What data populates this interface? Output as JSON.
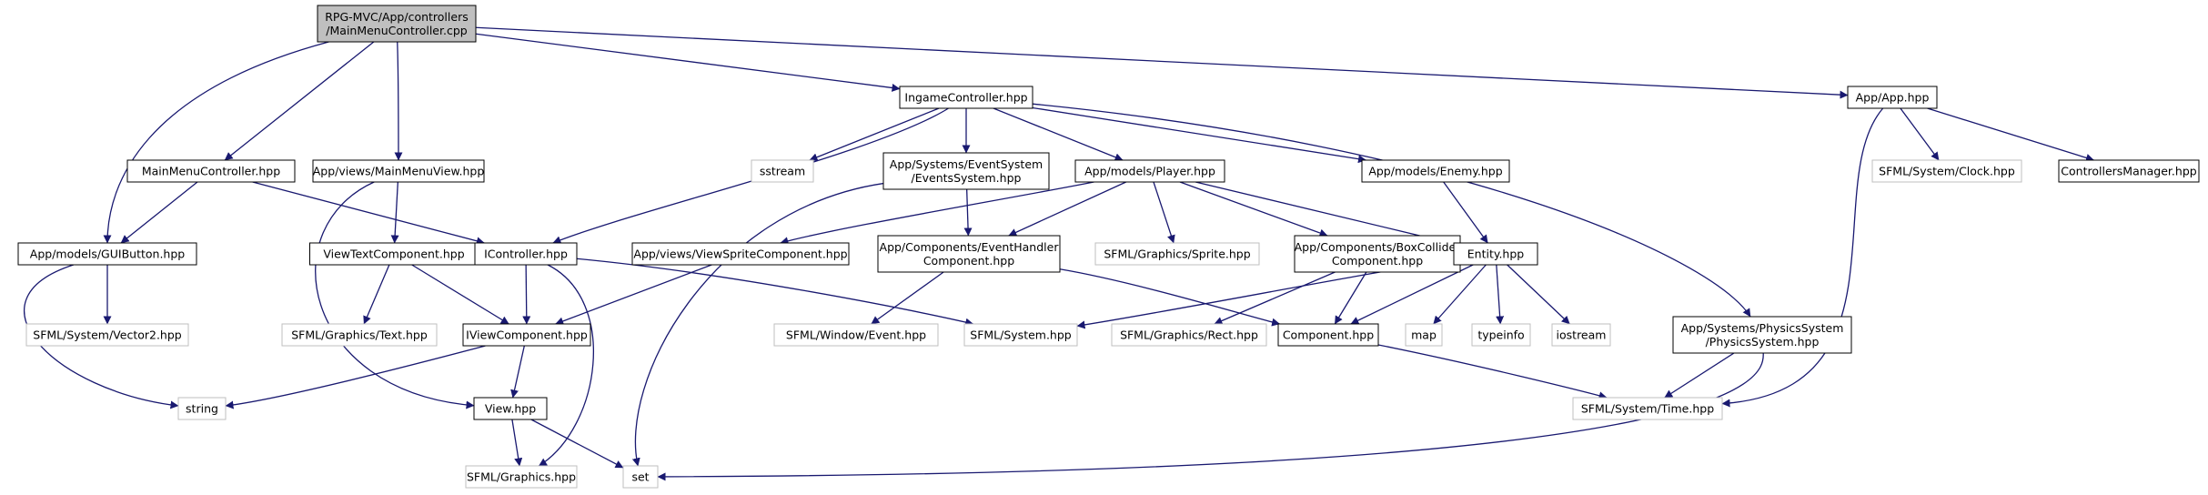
{
  "colors": {
    "edge": "#191970",
    "root_fill": "#bfbfbf",
    "node_fill": "#ffffff",
    "node_stroke": "#000000",
    "external_stroke": "#bfbfbf",
    "text": "#000000"
  },
  "nodes": [
    {
      "id": "root",
      "lines": [
        "RPG-MVC/App/controllers",
        "/MainMenuController.cpp"
      ],
      "kind": "root"
    },
    {
      "id": "ingame_controller",
      "lines": [
        "IngameController.hpp"
      ],
      "kind": "internal"
    },
    {
      "id": "app_hpp",
      "lines": [
        "App/App.hpp"
      ],
      "kind": "internal"
    },
    {
      "id": "main_menu_controller",
      "lines": [
        "MainMenuController.hpp"
      ],
      "kind": "internal"
    },
    {
      "id": "main_menu_view",
      "lines": [
        "App/views/MainMenuView.hpp"
      ],
      "kind": "internal"
    },
    {
      "id": "sstream",
      "lines": [
        "sstream"
      ],
      "kind": "external"
    },
    {
      "id": "events_system",
      "lines": [
        "App/Systems/EventSystem",
        "/EventsSystem.hpp"
      ],
      "kind": "internal"
    },
    {
      "id": "player",
      "lines": [
        "App/models/Player.hpp"
      ],
      "kind": "internal"
    },
    {
      "id": "enemy",
      "lines": [
        "App/models/Enemy.hpp"
      ],
      "kind": "internal"
    },
    {
      "id": "sfml_clock",
      "lines": [
        "SFML/System/Clock.hpp"
      ],
      "kind": "external"
    },
    {
      "id": "controllers_manager",
      "lines": [
        "ControllersManager.hpp"
      ],
      "kind": "internal"
    },
    {
      "id": "gui_button",
      "lines": [
        "App/models/GUIButton.hpp"
      ],
      "kind": "internal"
    },
    {
      "id": "view_text_component",
      "lines": [
        "ViewTextComponent.hpp"
      ],
      "kind": "internal"
    },
    {
      "id": "icontroller",
      "lines": [
        "IController.hpp"
      ],
      "kind": "internal"
    },
    {
      "id": "view_sprite_component",
      "lines": [
        "App/views/ViewSpriteComponent.hpp"
      ],
      "kind": "internal"
    },
    {
      "id": "event_handler_component",
      "lines": [
        "App/Components/EventHandler",
        "Component.hpp"
      ],
      "kind": "internal"
    },
    {
      "id": "sfml_sprite",
      "lines": [
        "SFML/Graphics/Sprite.hpp"
      ],
      "kind": "external"
    },
    {
      "id": "box_collider_component",
      "lines": [
        "App/Components/BoxCollider",
        "Component.hpp"
      ],
      "kind": "internal"
    },
    {
      "id": "entity",
      "lines": [
        "Entity.hpp"
      ],
      "kind": "internal"
    },
    {
      "id": "sfml_vector2",
      "lines": [
        "SFML/System/Vector2.hpp"
      ],
      "kind": "external"
    },
    {
      "id": "sfml_text",
      "lines": [
        "SFML/Graphics/Text.hpp"
      ],
      "kind": "external"
    },
    {
      "id": "iview_component",
      "lines": [
        "IViewComponent.hpp"
      ],
      "kind": "internal"
    },
    {
      "id": "sfml_window_event",
      "lines": [
        "SFML/Window/Event.hpp"
      ],
      "kind": "external"
    },
    {
      "id": "sfml_system",
      "lines": [
        "SFML/System.hpp"
      ],
      "kind": "external"
    },
    {
      "id": "sfml_rect",
      "lines": [
        "SFML/Graphics/Rect.hpp"
      ],
      "kind": "external"
    },
    {
      "id": "component",
      "lines": [
        "Component.hpp"
      ],
      "kind": "internal"
    },
    {
      "id": "map",
      "lines": [
        "map"
      ],
      "kind": "external"
    },
    {
      "id": "typeinfo",
      "lines": [
        "typeinfo"
      ],
      "kind": "external"
    },
    {
      "id": "iostream",
      "lines": [
        "iostream"
      ],
      "kind": "external"
    },
    {
      "id": "physics_system",
      "lines": [
        "App/Systems/PhysicsSystem",
        "/PhysicsSystem.hpp"
      ],
      "kind": "internal"
    },
    {
      "id": "string",
      "lines": [
        "string"
      ],
      "kind": "external"
    },
    {
      "id": "view_hpp",
      "lines": [
        "View.hpp"
      ],
      "kind": "internal"
    },
    {
      "id": "sfml_time",
      "lines": [
        "SFML/System/Time.hpp"
      ],
      "kind": "external"
    },
    {
      "id": "sfml_graphics",
      "lines": [
        "SFML/Graphics.hpp"
      ],
      "kind": "external"
    },
    {
      "id": "set",
      "lines": [
        "set"
      ],
      "kind": "external"
    }
  ],
  "edges": [
    {
      "from": "root",
      "to": "gui_button"
    },
    {
      "from": "root",
      "to": "main_menu_controller"
    },
    {
      "from": "root",
      "to": "main_menu_view"
    },
    {
      "from": "root",
      "to": "ingame_controller"
    },
    {
      "from": "root",
      "to": "app_hpp"
    },
    {
      "from": "main_menu_controller",
      "to": "gui_button"
    },
    {
      "from": "main_menu_controller",
      "to": "icontroller"
    },
    {
      "from": "main_menu_view",
      "to": "view_text_component"
    },
    {
      "from": "main_menu_view",
      "to": "view_hpp"
    },
    {
      "from": "ingame_controller",
      "to": "sstream"
    },
    {
      "from": "ingame_controller",
      "to": "icontroller"
    },
    {
      "from": "ingame_controller",
      "to": "events_system"
    },
    {
      "from": "ingame_controller",
      "to": "player"
    },
    {
      "from": "ingame_controller",
      "to": "enemy"
    },
    {
      "from": "ingame_controller",
      "to": "physics_system"
    },
    {
      "from": "app_hpp",
      "to": "sfml_clock"
    },
    {
      "from": "app_hpp",
      "to": "controllers_manager"
    },
    {
      "from": "app_hpp",
      "to": "sfml_time"
    },
    {
      "from": "gui_button",
      "to": "sfml_vector2"
    },
    {
      "from": "gui_button",
      "to": "string"
    },
    {
      "from": "events_system",
      "to": "event_handler_component"
    },
    {
      "from": "events_system",
      "to": "set"
    },
    {
      "from": "player",
      "to": "view_sprite_component"
    },
    {
      "from": "player",
      "to": "event_handler_component"
    },
    {
      "from": "player",
      "to": "sfml_sprite"
    },
    {
      "from": "player",
      "to": "box_collider_component"
    },
    {
      "from": "player",
      "to": "entity"
    },
    {
      "from": "enemy",
      "to": "entity"
    },
    {
      "from": "view_text_component",
      "to": "sfml_text"
    },
    {
      "from": "view_text_component",
      "to": "iview_component"
    },
    {
      "from": "icontroller",
      "to": "iview_component"
    },
    {
      "from": "icontroller",
      "to": "sfml_system"
    },
    {
      "from": "icontroller",
      "to": "sfml_graphics"
    },
    {
      "from": "view_sprite_component",
      "to": "iview_component"
    },
    {
      "from": "event_handler_component",
      "to": "sfml_window_event"
    },
    {
      "from": "event_handler_component",
      "to": "component"
    },
    {
      "from": "box_collider_component",
      "to": "sfml_rect"
    },
    {
      "from": "box_collider_component",
      "to": "component"
    },
    {
      "from": "entity",
      "to": "sfml_system"
    },
    {
      "from": "entity",
      "to": "component"
    },
    {
      "from": "entity",
      "to": "map"
    },
    {
      "from": "entity",
      "to": "typeinfo"
    },
    {
      "from": "entity",
      "to": "iostream"
    },
    {
      "from": "iview_component",
      "to": "string"
    },
    {
      "from": "iview_component",
      "to": "view_hpp"
    },
    {
      "from": "component",
      "to": "sfml_time"
    },
    {
      "from": "physics_system",
      "to": "sfml_time"
    },
    {
      "from": "physics_system",
      "to": "set"
    },
    {
      "from": "view_hpp",
      "to": "sfml_graphics"
    },
    {
      "from": "view_hpp",
      "to": "set"
    }
  ]
}
